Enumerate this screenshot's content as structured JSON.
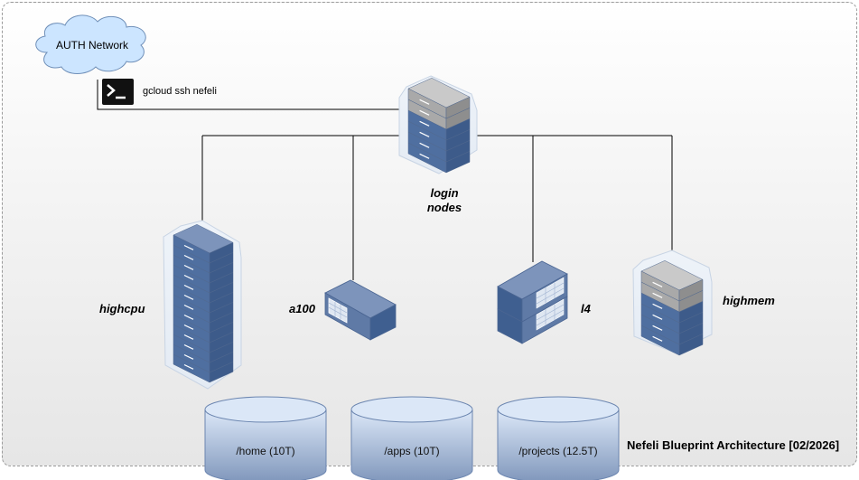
{
  "network": {
    "label": "AUTH Network",
    "icon": "cloud-icon"
  },
  "access": {
    "command": "gcloud ssh nefeli",
    "icon": "terminal-icon"
  },
  "login": {
    "label_line1": "login",
    "label_line2": "nodes",
    "icon": "server-rack-icon"
  },
  "partitions": [
    {
      "label": "highcpu",
      "icon": "server-rack-icon"
    },
    {
      "label": "a100",
      "icon": "gpu-server-icon"
    },
    {
      "label": "l4",
      "icon": "gpu-server-stack-icon"
    },
    {
      "label": "highmem",
      "icon": "server-rack-icon"
    }
  ],
  "storage": [
    {
      "label": "/home (10T)"
    },
    {
      "label": "/apps (10T)"
    },
    {
      "label": "/projects (12.5T)"
    }
  ],
  "title": "Nefeli Blueprint Architecture [02/2026]",
  "colors": {
    "cloud_fill": "#cce5ff",
    "server_blue": "#4f6fa0",
    "server_gray": "#a8a8a8",
    "storage_fill_top": "#dce8f8",
    "storage_fill_bottom": "#7f96bb"
  }
}
